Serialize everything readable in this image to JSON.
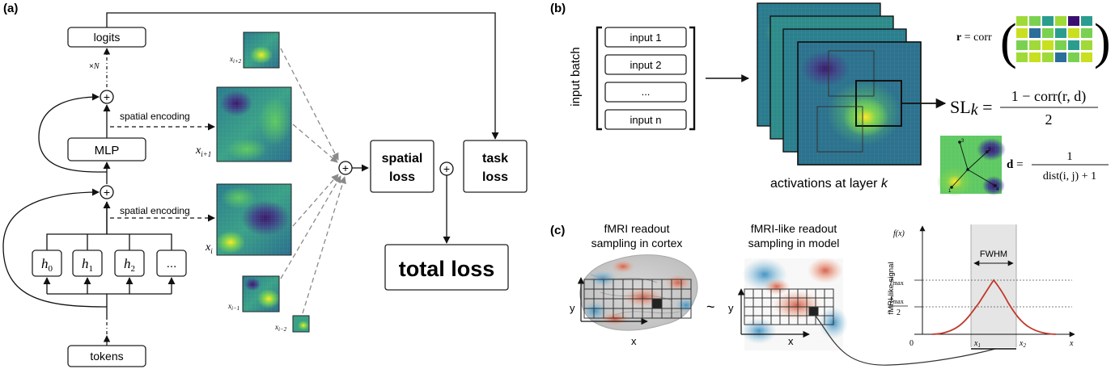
{
  "panel_a": {
    "label": "(a)",
    "logits": "logits",
    "times_n": "×",
    "times_n_var": "N",
    "mlp": "MLP",
    "tokens": "tokens",
    "spatial_encoding_1": "spatial encoding",
    "spatial_encoding_2": "spatial encoding",
    "heads": [
      {
        "base": "h",
        "sub": "0"
      },
      {
        "base": "h",
        "sub": "1"
      },
      {
        "base": "h",
        "sub": "2"
      },
      {
        "base": "...",
        "sub": ""
      }
    ],
    "map_labels": {
      "x_i_plus_2": {
        "base": "x",
        "sub": "i+2"
      },
      "x_i_plus_1": {
        "base": "x",
        "sub": "i+1"
      },
      "x_i": {
        "base": "x",
        "sub": "i"
      },
      "x_i_minus_1": {
        "base": "x",
        "sub": "i−1"
      },
      "x_i_minus_2": {
        "base": "x",
        "sub": "i−2"
      }
    },
    "spatial_loss_line1": "spatial",
    "spatial_loss_line2": "loss",
    "task_loss_line1": "task",
    "task_loss_line2": "loss",
    "total_loss": "total loss",
    "plus": "+"
  },
  "panel_b": {
    "label": "(b)",
    "input_batch": "input batch",
    "inputs": [
      "input 1",
      "input 2",
      "...",
      "input n"
    ],
    "activations_caption_prefix": "activations at layer ",
    "activations_caption_var": "k",
    "r_formula_lhs": "r",
    "r_formula_eq": " = corr",
    "sl_lhs": "SL",
    "sl_sub": "k",
    "sl_eq": " =",
    "sl_numerator": "1 − corr(r, d)",
    "sl_denominator": "2",
    "d_lhs": "d",
    "d_eq": " =",
    "d_numerator": "1",
    "d_denominator": "dist(i, j) + 1",
    "graph_node_labels": [
      "1",
      "2",
      "3",
      "4"
    ]
  },
  "panel_c": {
    "label": "(c)",
    "fmri_title_line1": "fMRI readout",
    "fmri_title_line2": "sampling in cortex",
    "model_title_line1": "fMRI-like readout",
    "model_title_line2": "sampling in model",
    "tilde": "~",
    "axis_x": "x",
    "axis_y": "y",
    "plot": {
      "y_axis_label": "fMRI-like signal",
      "f_of_x": "f(x)",
      "fwhm": "FWHM",
      "fmax": "f",
      "fmax_sub": "max",
      "fmax_half_num": "f",
      "fmax_half_sub": "max",
      "fmax_half_den": "2",
      "zero": "0",
      "x_label": "x",
      "x1": "x",
      "x1_sub": "1",
      "x2": "x",
      "x2_sub": "2"
    }
  },
  "colors": {
    "viridis_dark": "#440154",
    "viridis_mid": "#21918c",
    "viridis_light": "#fde725",
    "curve": "#c0392b",
    "fwhm_band": "#e5e5e5"
  }
}
